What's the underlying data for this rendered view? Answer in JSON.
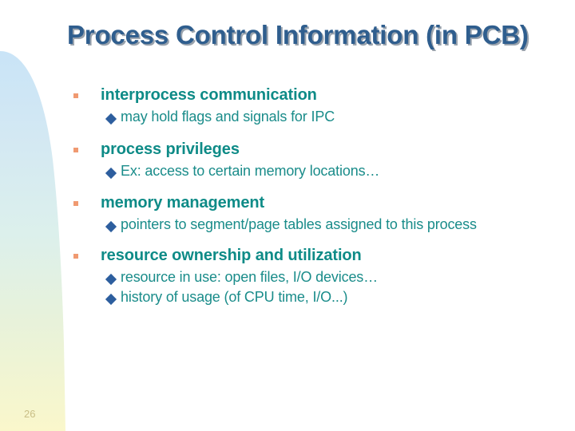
{
  "slide": {
    "title": "Process Control Information (in PCB)",
    "page_number": "26",
    "colors": {
      "title": "#2F5E8E",
      "title_shadow": "#9AA3AD",
      "level1_text": "#0E8B87",
      "level2_text": "#1A8C8A",
      "level1_marker": "#F09A71",
      "level2_marker": "#2D5E9E",
      "deco_top": "#CDE6F7",
      "deco_mid": "#DFF1E8",
      "deco_bottom": "#FAF7CB",
      "background": "#FFFFFF"
    },
    "groups": [
      {
        "heading": "interprocess communication",
        "subs": [
          "may hold flags and signals for IPC"
        ]
      },
      {
        "heading": "process privileges",
        "subs": [
          "Ex: access to certain memory locations…"
        ]
      },
      {
        "heading": "memory management",
        "subs": [
          "pointers to segment/page tables assigned to this process"
        ]
      },
      {
        "heading": "resource ownership and utilization",
        "subs": [
          "resource in use: open files, I/O devices…",
          "history of usage (of CPU time, I/O...)"
        ]
      }
    ]
  }
}
